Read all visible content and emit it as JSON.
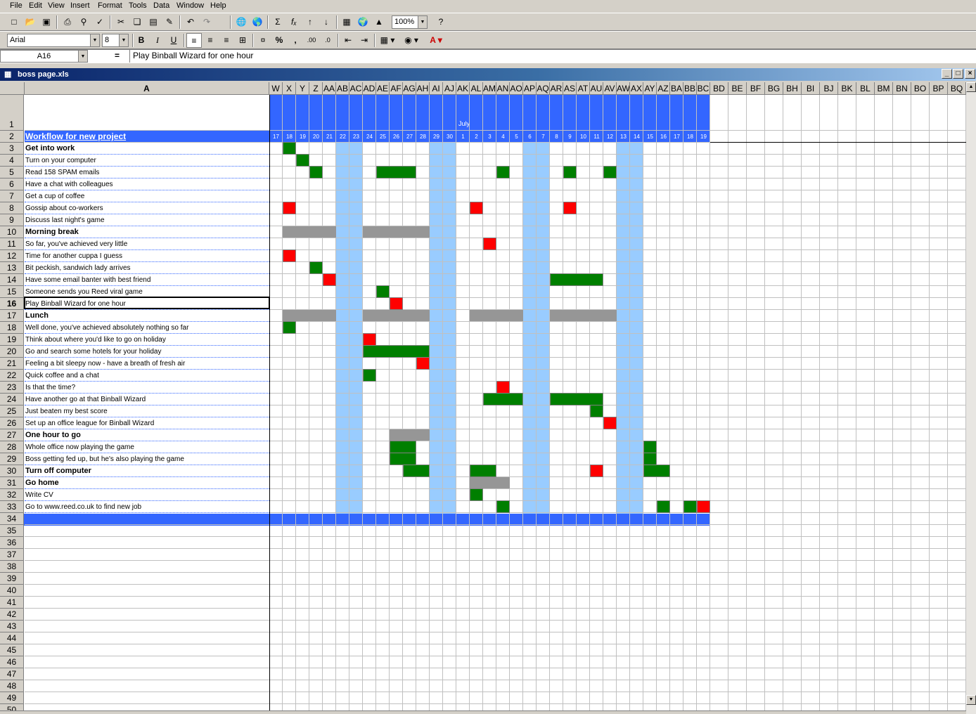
{
  "menus": [
    "File",
    "Edit",
    "View",
    "Insert",
    "Format",
    "Tools",
    "Data",
    "Window",
    "Help"
  ],
  "toolbar": {
    "zoom": "100%",
    "font": "Arial",
    "size": "8"
  },
  "namebox": "A16",
  "formula_eq": "=",
  "formula": "Play Binball Wizard for one hour",
  "workbook_title": "boss page.xls",
  "col_a": "A",
  "columns": [
    "W",
    "X",
    "Y",
    "Z",
    "AA",
    "AB",
    "AC",
    "AD",
    "AE",
    "AF",
    "AG",
    "AH",
    "AI",
    "AJ",
    "AK",
    "AL",
    "AM",
    "AN",
    "AO",
    "AP",
    "AQ",
    "AR",
    "AS",
    "AT",
    "AU",
    "AV",
    "AW",
    "AX",
    "AY",
    "AZ",
    "BA",
    "BB",
    "BC",
    "BD",
    "BE",
    "BF",
    "BG",
    "BH",
    "BI",
    "BJ",
    "BK",
    "BL",
    "BM",
    "BN",
    "BO",
    "BP",
    "BQ"
  ],
  "month": "July",
  "dates": [
    "17",
    "18",
    "19",
    "20",
    "21",
    "22",
    "23",
    "24",
    "25",
    "26",
    "27",
    "28",
    "29",
    "30",
    "1",
    "2",
    "3",
    "4",
    "5",
    "6",
    "7",
    "8",
    "9",
    "10",
    "11",
    "12",
    "13",
    "14",
    "15",
    "16",
    "17",
    "18",
    "19"
  ],
  "header": "Workflow for new project",
  "tasks": [
    "Get into work",
    "Turn on your computer",
    "Read 158 SPAM emails",
    "Have a chat with colleagues",
    "Get a cup of coffee",
    "Gossip about co-workers",
    "Discuss last night's game",
    "Morning break",
    "So far, you've achieved very little",
    "Time for another cuppa I guess",
    "Bit peckish, sandwich lady arrives",
    "Have some email banter with best friend",
    "Someone sends you Reed viral game",
    "Play Binball Wizard for one hour",
    "Lunch",
    "Well done, you've achieved absolutely nothing so far",
    "Think about where you'd like to go on holiday",
    "Go and search some hotels for your holiday",
    "Feeling a bit sleepy now - have a breath of fresh air",
    "Quick coffee and a chat",
    "Is that the time?",
    "Have another go at that Binball Wizard",
    "Just beaten my best score",
    "Set up an office league for Binball Wizard",
    "One hour to go",
    "Whole office now playing the game",
    "Boss getting fed up, but he's also playing the game",
    "Turn off computer",
    "Go home",
    "Write CV",
    "Go to www.reed.co.uk to find new job"
  ],
  "bold_rows": [
    3,
    10,
    17,
    27,
    30,
    31
  ],
  "weekend_cols": [
    5,
    6,
    12,
    13,
    19,
    20,
    26,
    27
  ],
  "colors": {
    "header_blue": "#3366ff",
    "weekend": "#99ccff",
    "green": "#007f00",
    "red": "#ff0000",
    "gray": "#969696",
    "link": "#ffffff"
  },
  "chart_data": {
    "type": "table",
    "marks": [
      [
        3,
        1,
        1,
        "g"
      ],
      [
        4,
        2,
        1,
        "g"
      ],
      [
        5,
        3,
        1,
        "g"
      ],
      [
        5,
        8,
        3,
        "g"
      ],
      [
        5,
        17,
        1,
        "g"
      ],
      [
        5,
        22,
        1,
        "g"
      ],
      [
        5,
        25,
        1,
        "g"
      ],
      [
        8,
        1,
        1,
        "r"
      ],
      [
        8,
        15,
        1,
        "r"
      ],
      [
        8,
        22,
        1,
        "r"
      ],
      [
        10,
        1,
        4,
        "x"
      ],
      [
        10,
        7,
        5,
        "x"
      ],
      [
        11,
        16,
        1,
        "r"
      ],
      [
        12,
        1,
        1,
        "r"
      ],
      [
        13,
        3,
        1,
        "g"
      ],
      [
        14,
        4,
        1,
        "r"
      ],
      [
        14,
        21,
        4,
        "g"
      ],
      [
        15,
        8,
        1,
        "g"
      ],
      [
        16,
        9,
        1,
        "r"
      ],
      [
        17,
        1,
        4,
        "x"
      ],
      [
        17,
        7,
        5,
        "x"
      ],
      [
        17,
        15,
        4,
        "x"
      ],
      [
        17,
        21,
        5,
        "x"
      ],
      [
        18,
        1,
        1,
        "g"
      ],
      [
        19,
        7,
        1,
        "r"
      ],
      [
        20,
        7,
        5,
        "g"
      ],
      [
        21,
        11,
        1,
        "r"
      ],
      [
        22,
        7,
        1,
        "g"
      ],
      [
        23,
        17,
        1,
        "r"
      ],
      [
        24,
        16,
        3,
        "g"
      ],
      [
        24,
        21,
        4,
        "g"
      ],
      [
        25,
        24,
        1,
        "g"
      ],
      [
        26,
        25,
        1,
        "r"
      ],
      [
        27,
        9,
        3,
        "x"
      ],
      [
        28,
        9,
        2,
        "g"
      ],
      [
        28,
        28,
        1,
        "g"
      ],
      [
        29,
        9,
        2,
        "g"
      ],
      [
        29,
        28,
        1,
        "g"
      ],
      [
        30,
        10,
        2,
        "g"
      ],
      [
        30,
        15,
        2,
        "g"
      ],
      [
        30,
        24,
        1,
        "r"
      ],
      [
        30,
        28,
        2,
        "g"
      ],
      [
        31,
        15,
        3,
        "x"
      ],
      [
        32,
        15,
        1,
        "g"
      ],
      [
        33,
        17,
        1,
        "g"
      ],
      [
        33,
        29,
        1,
        "g"
      ],
      [
        33,
        31,
        1,
        "g"
      ],
      [
        33,
        32,
        1,
        "r"
      ]
    ]
  }
}
